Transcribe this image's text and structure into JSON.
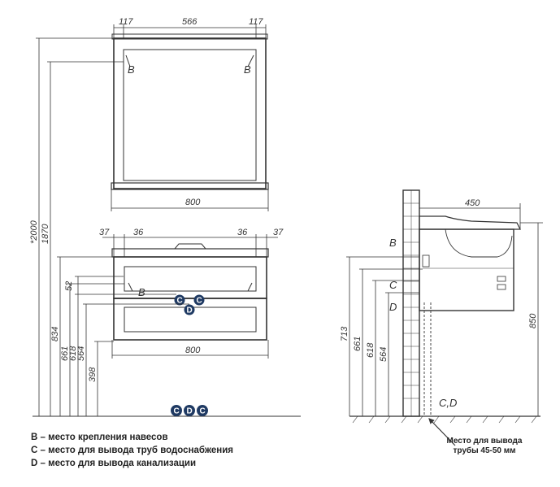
{
  "front_mirror": {
    "dim_side_left": "117",
    "dim_center": "566",
    "dim_side_right": "117",
    "width": "800",
    "marker_left": "B",
    "marker_right": "B"
  },
  "front_vanity": {
    "dim_left_outer": "37",
    "dim_left_inner": "36",
    "dim_right_inner": "36",
    "dim_right_outer": "37",
    "width": "800",
    "marker_b": "B",
    "marker_c_left": "C",
    "marker_c_right": "C",
    "marker_d": "D",
    "floor_badges": [
      "C",
      "D",
      "C"
    ]
  },
  "vertical_dims": {
    "total": "*2000",
    "h1870": "1870",
    "h834": "834",
    "h661": "661",
    "h618": "618",
    "h564": "564",
    "h398": "398",
    "h52": "52"
  },
  "side_view": {
    "depth": "450",
    "height": "850",
    "h713": "713",
    "h661": "661",
    "h618": "618",
    "h564": "564",
    "label_b": "B",
    "label_c": "C",
    "label_d": "D",
    "label_cd": "C,D"
  },
  "legend": {
    "line_b": "B – место крепления навесов",
    "line_c": "C – место для вывода труб водоснабжения",
    "line_d": "D – место для вывода канализации"
  },
  "note": {
    "pipe_outlet": "Место для вывода трубы 45-50 мм"
  },
  "colors": {
    "line": "#333333",
    "badge": "#1f3a63"
  }
}
